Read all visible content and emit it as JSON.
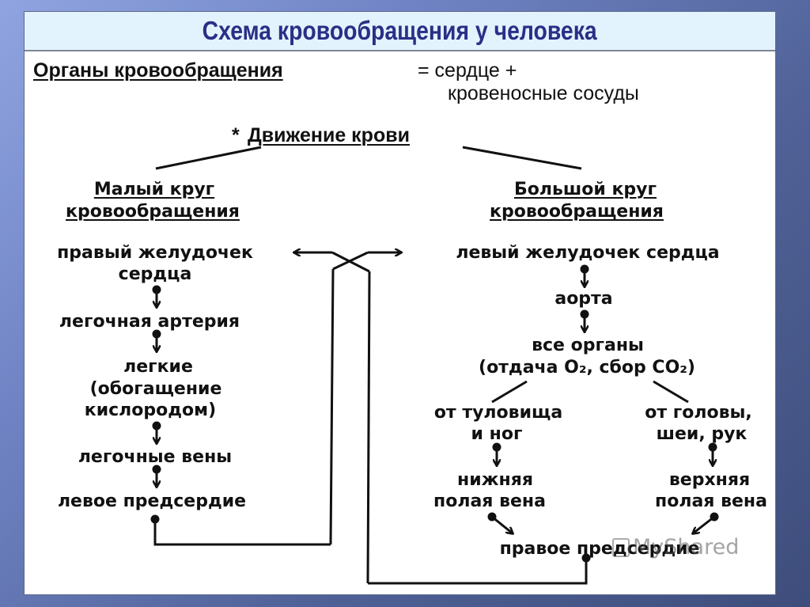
{
  "title": "Схема кровообращения у человека",
  "organs": {
    "label": "Органы кровообращения",
    "equals": "= сердце +",
    "continuation": "кровеносные сосуды"
  },
  "movement": {
    "asterisk": "*",
    "label": "Движение крови"
  },
  "pulmonary": {
    "heading_line1": "Малый круг",
    "heading_line2": "кровообращения",
    "steps": [
      [
        "правый желудочек",
        "сердца"
      ],
      [
        "легочная артерия"
      ],
      [
        "легкие",
        "(обогащение",
        "кислородом)"
      ],
      [
        "легочные вены"
      ],
      [
        "левое предсердие"
      ]
    ]
  },
  "systemic": {
    "heading_line1": "Большой круг",
    "heading_line2": "кровообращения",
    "steps": [
      [
        "левый желудочек сердца"
      ],
      [
        "аорта"
      ],
      [
        "все органы",
        "(отдача O₂, сбор CO₂)"
      ]
    ],
    "branch_left": [
      "от туловища",
      "и ног"
    ],
    "branch_right": [
      "от головы,",
      "шеи, рук"
    ],
    "vein_left": [
      "нижняя",
      "полая вена"
    ],
    "vein_right": [
      "верхняя",
      "полая вена"
    ],
    "final": "правое предсердие"
  },
  "watermark": "MyShared",
  "colors": {
    "title_text": "#2a2f86",
    "title_bar": "#e3f3fd",
    "frame_light": "#8fa4e0",
    "frame_dark": "#3e4d7b"
  }
}
